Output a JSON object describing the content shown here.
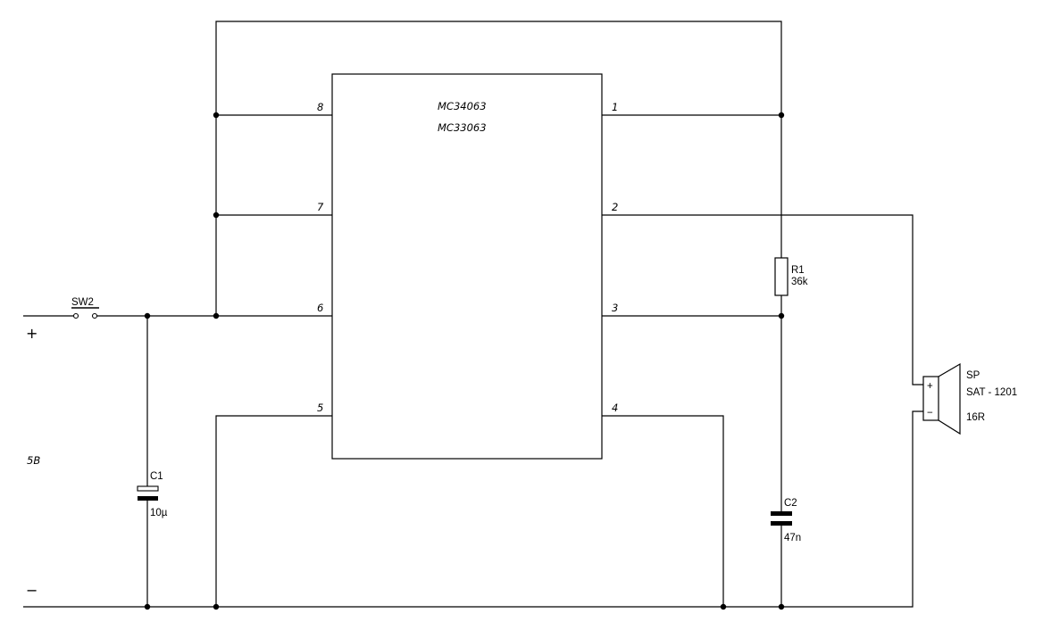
{
  "ic": {
    "part1": "MC34063",
    "part2": "MC33063"
  },
  "pins": {
    "p1": "1",
    "p2": "2",
    "p3": "3",
    "p4": "4",
    "p5": "5",
    "p6": "6",
    "p7": "7",
    "p8": "8"
  },
  "switch": {
    "ref": "SW2"
  },
  "c1": {
    "ref": "C1",
    "value": "10µ"
  },
  "c2": {
    "ref": "C2",
    "value": "47n"
  },
  "r1": {
    "ref": "R1",
    "value": "36k"
  },
  "speaker": {
    "ref": "SP",
    "model": "SAT - 1201",
    "impedance": "16R",
    "plus": "+",
    "minus": "−"
  },
  "supply": {
    "plus": "+",
    "minus": "−",
    "voltage": "5B"
  }
}
